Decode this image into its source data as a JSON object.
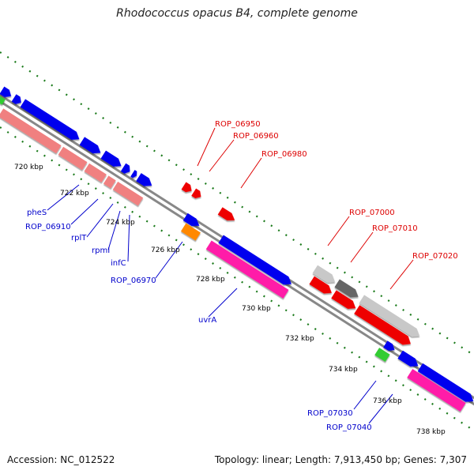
{
  "title": "Rhodococcus opacus B4, complete genome",
  "accession_text": "Accession: NC_012522",
  "stats_text": "Topology: linear; Length: 7,913,450 bp; Genes: 7,307",
  "colors": {
    "backbone": "#888888",
    "ticks": "#1a7a1a",
    "label_blue": "#0000cc",
    "label_red": "#dd0000",
    "blue": "#0000ee",
    "red": "#ee0000",
    "salmon": "#f08080",
    "pink": "#ff1aa8",
    "green": "#33cc33",
    "orange": "#ff8800",
    "lightgray": "#c8c8c8",
    "darkgray": "#666666"
  },
  "scale_labels": [
    "720 kbp",
    "722 kbp",
    "724 kbp",
    "726 kbp",
    "728 kbp",
    "730 kbp",
    "732 kbp",
    "734 kbp",
    "736 kbp",
    "738 kbp"
  ],
  "gene_labels": {
    "top": [
      "ROP_06950",
      "ROP_06960",
      "ROP_06980",
      "ROP_07000",
      "ROP_07010",
      "ROP_07020"
    ],
    "bottom": [
      "pheS",
      "ROP_06910",
      "rplT",
      "rpmI",
      "infC",
      "ROP_06970",
      "uvrA",
      "ROP_07030",
      "ROP_07040"
    ]
  },
  "features": [
    {
      "name": "feature-blue",
      "color": "blue"
    },
    {
      "name": "feature-red",
      "color": "red"
    },
    {
      "name": "feature-salmon",
      "color": "salmon"
    },
    {
      "name": "feature-pink",
      "color": "pink"
    },
    {
      "name": "feature-green",
      "color": "green"
    },
    {
      "name": "feature-orange",
      "color": "orange"
    },
    {
      "name": "feature-lightgray",
      "color": "lightgray"
    },
    {
      "name": "feature-darkgray",
      "color": "darkgray"
    }
  ]
}
